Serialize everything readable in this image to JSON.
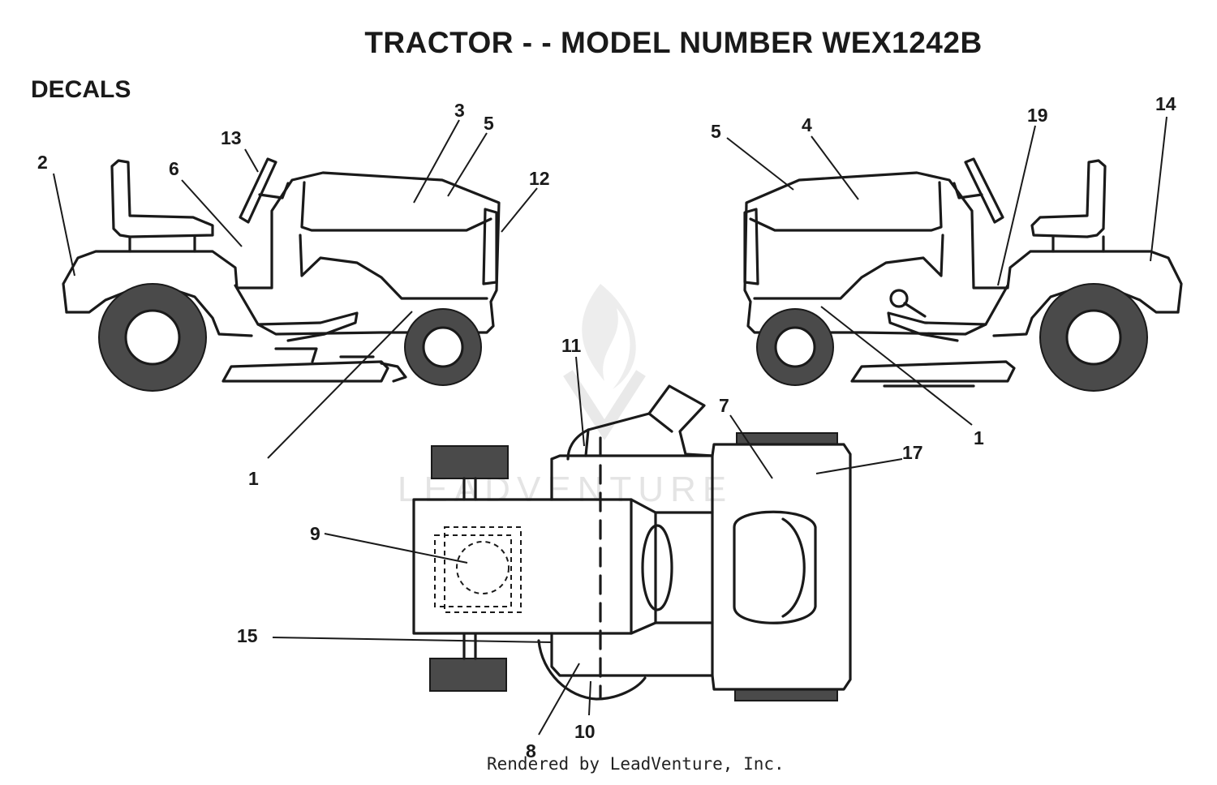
{
  "title": "TRACTOR - - MODEL NUMBER WEX1242B",
  "section": "DECALS",
  "watermark": "LEADVENTURE",
  "footer": "Rendered by LeadVenture, Inc.",
  "callouts": [
    {
      "id": "c2",
      "label": "2"
    },
    {
      "id": "c13",
      "label": "13"
    },
    {
      "id": "c6",
      "label": "6"
    },
    {
      "id": "c3",
      "label": "3"
    },
    {
      "id": "c5l",
      "label": "5"
    },
    {
      "id": "c12",
      "label": "12"
    },
    {
      "id": "c1l",
      "label": "1"
    },
    {
      "id": "c5r",
      "label": "5"
    },
    {
      "id": "c4",
      "label": "4"
    },
    {
      "id": "c19",
      "label": "19"
    },
    {
      "id": "c14",
      "label": "14"
    },
    {
      "id": "c1r",
      "label": "1"
    },
    {
      "id": "c11",
      "label": "11"
    },
    {
      "id": "c7",
      "label": "7"
    },
    {
      "id": "c17",
      "label": "17"
    },
    {
      "id": "c9",
      "label": "9"
    },
    {
      "id": "c15",
      "label": "15"
    },
    {
      "id": "c8",
      "label": "8"
    },
    {
      "id": "c10",
      "label": "10"
    }
  ]
}
